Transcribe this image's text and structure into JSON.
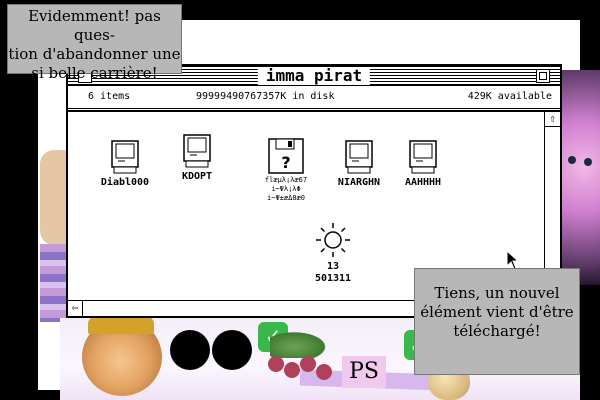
{
  "captions": {
    "top": [
      "Evidemment! pas ques-",
      "tion d'abandonner une",
      "si belle carrière!"
    ],
    "bottom": [
      "Tiens, un nouvel",
      "élément vient d'être",
      "téléchargé!"
    ]
  },
  "window": {
    "title": "imma pirat",
    "items_count": "6 items",
    "disk_usage": "99999490767357K in disk",
    "available": "429K available"
  },
  "icons": [
    {
      "name": "Diabl000",
      "kind": "computer-icon"
    },
    {
      "name": "KDOPT",
      "kind": "computer-icon"
    },
    {
      "name_lines": [
        "flæμλ¡λæ67",
        "i~Ψλ¡λΦ",
        "i~Ψ±æΔ8æ0"
      ],
      "kind": "unknown-disk-icon"
    },
    {
      "name": "NIARGHN",
      "kind": "computer-icon"
    },
    {
      "name": "AAHHHH",
      "kind": "computer-icon"
    },
    {
      "name_lines": [
        "13",
        "501311"
      ],
      "kind": "sun-icon"
    }
  ],
  "scroll": {
    "up_arrow": "⇧",
    "left_arrow": "⇦"
  },
  "collage": {
    "ps_label": "PS",
    "check_mark": "✓"
  },
  "colors": {
    "caption_bg": "#b7b7b7",
    "window_bg": "#ffffff",
    "check_green": "#3bb84a",
    "lilac": "#d6b8ee"
  }
}
